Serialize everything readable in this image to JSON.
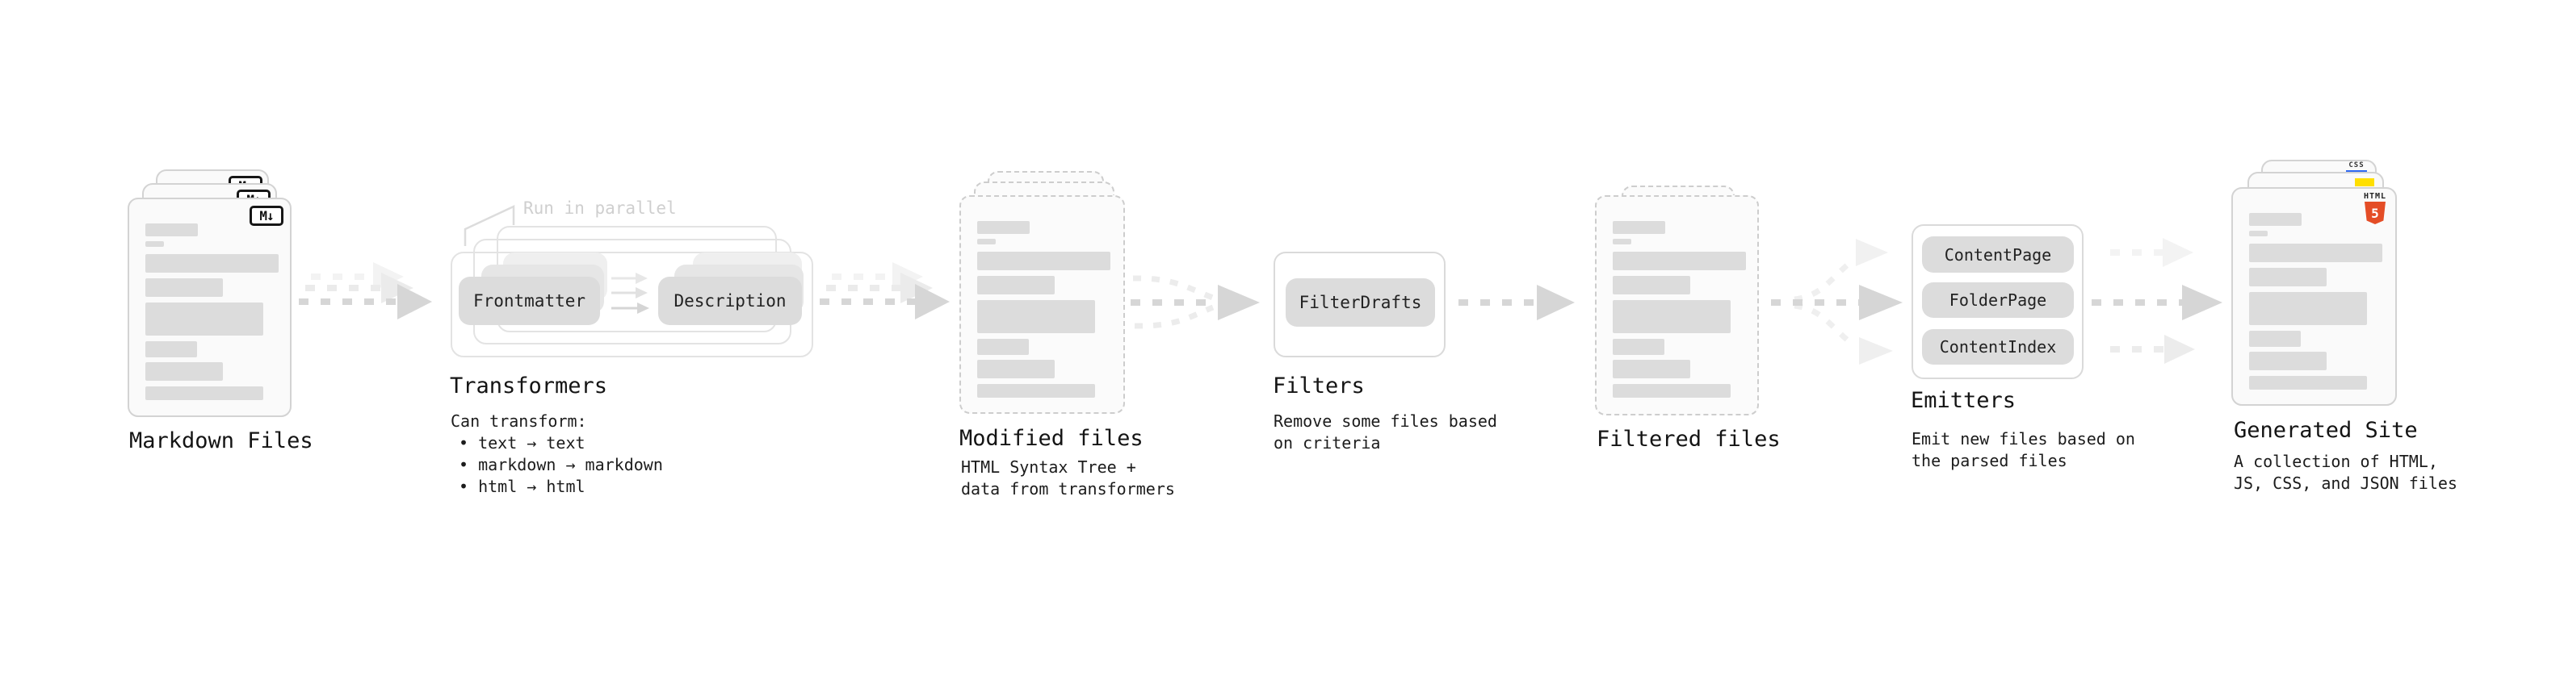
{
  "diagram": {
    "stages": {
      "markdown_files": {
        "label": "Markdown Files",
        "badge": "M↓"
      },
      "transformers": {
        "label": "Transformers",
        "annotation": "Run in parallel",
        "buttons": [
          "Frontmatter",
          "Description"
        ],
        "desc_title": "Can transform:",
        "bullets": [
          "• text → text",
          "• markdown → markdown",
          "• html → html"
        ]
      },
      "modified_files": {
        "label": "Modified files",
        "desc": [
          "HTML Syntax Tree +",
          "data from transformers"
        ]
      },
      "filters": {
        "label": "Filters",
        "buttons": [
          "FilterDrafts"
        ],
        "desc": [
          "Remove some files based",
          "on criteria"
        ]
      },
      "filtered_files": {
        "label": "Filtered files"
      },
      "emitters": {
        "label": "Emitters",
        "buttons": [
          "ContentPage",
          "FolderPage",
          "ContentIndex"
        ],
        "desc": [
          "Emit new files based on",
          "the parsed files"
        ]
      },
      "generated_site": {
        "label": "Generated Site",
        "desc": [
          "A collection of HTML,",
          "JS, CSS, and JSON files"
        ],
        "badges": {
          "css_word": "CSS",
          "html_word": "HTML",
          "html_number": "5"
        }
      }
    },
    "colors": {
      "html5_orange": "#e44d26",
      "js_yellow": "#ffdf00",
      "css_blue": "#2f68f0",
      "arrow_gray": "#d6d6d6",
      "text": "#1a1a1a"
    }
  }
}
